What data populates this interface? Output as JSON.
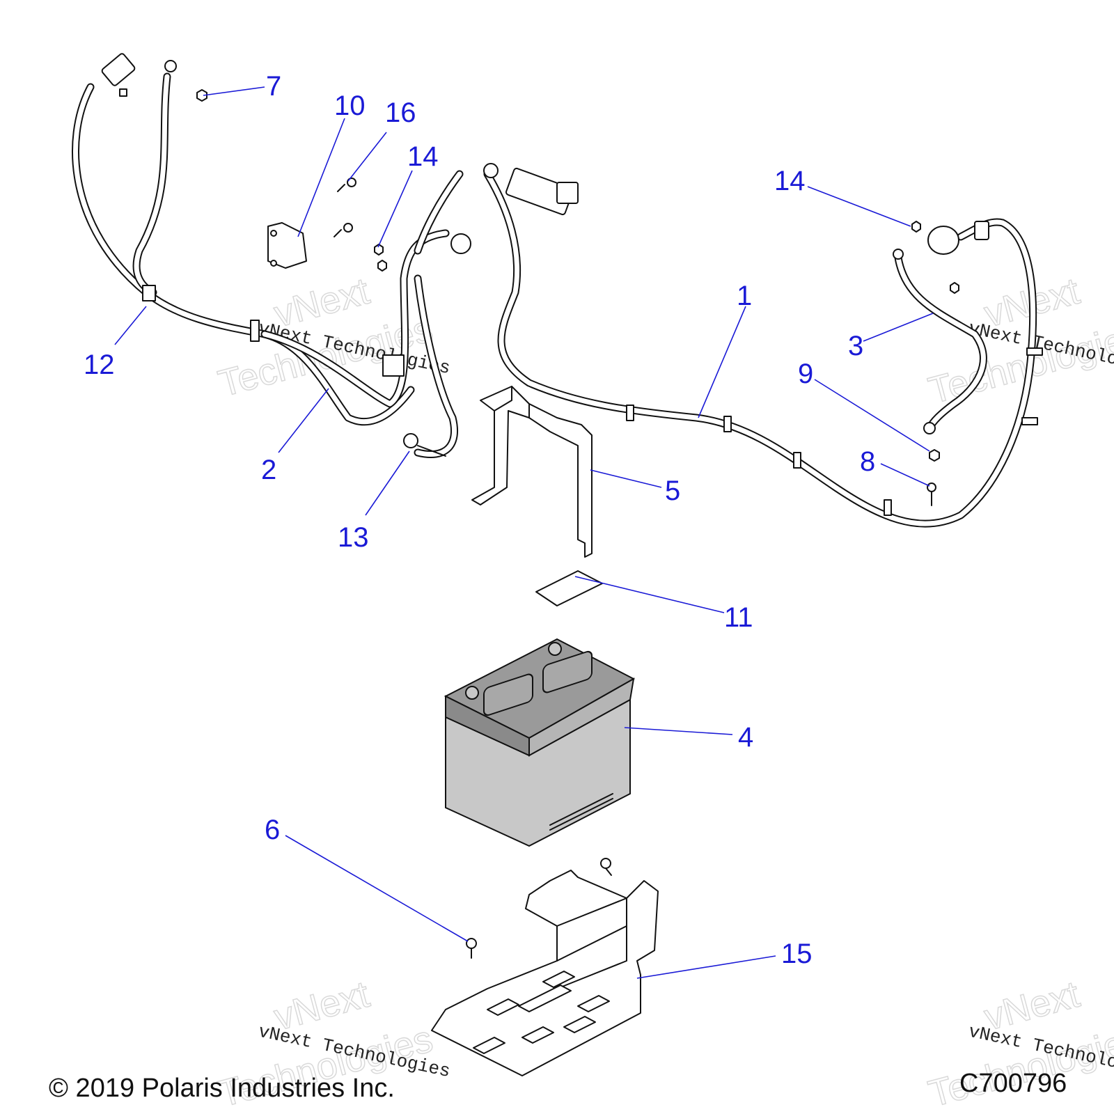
{
  "callouts": [
    {
      "id": "1",
      "label": "1"
    },
    {
      "id": "2",
      "label": "2"
    },
    {
      "id": "3",
      "label": "3"
    },
    {
      "id": "4",
      "label": "4"
    },
    {
      "id": "5",
      "label": "5"
    },
    {
      "id": "6",
      "label": "6"
    },
    {
      "id": "7",
      "label": "7"
    },
    {
      "id": "8",
      "label": "8"
    },
    {
      "id": "9",
      "label": "9"
    },
    {
      "id": "10",
      "label": "10"
    },
    {
      "id": "11",
      "label": "11"
    },
    {
      "id": "12",
      "label": "12"
    },
    {
      "id": "13",
      "label": "13"
    },
    {
      "id": "14a",
      "label": "14"
    },
    {
      "id": "14b",
      "label": "14"
    },
    {
      "id": "15",
      "label": "15"
    },
    {
      "id": "16",
      "label": "16"
    }
  ],
  "watermark": {
    "brand": "vNext",
    "word": "Technologies",
    "line": "vNext Technologies"
  },
  "footer": {
    "copyright": "© 2019 Polaris Industries Inc.",
    "code": "C700796"
  },
  "colors": {
    "callout": "#1a1ad6",
    "line_art": "#111111",
    "battery_gray": "#c8c8c8",
    "battery_top": "#9a9a9a"
  }
}
